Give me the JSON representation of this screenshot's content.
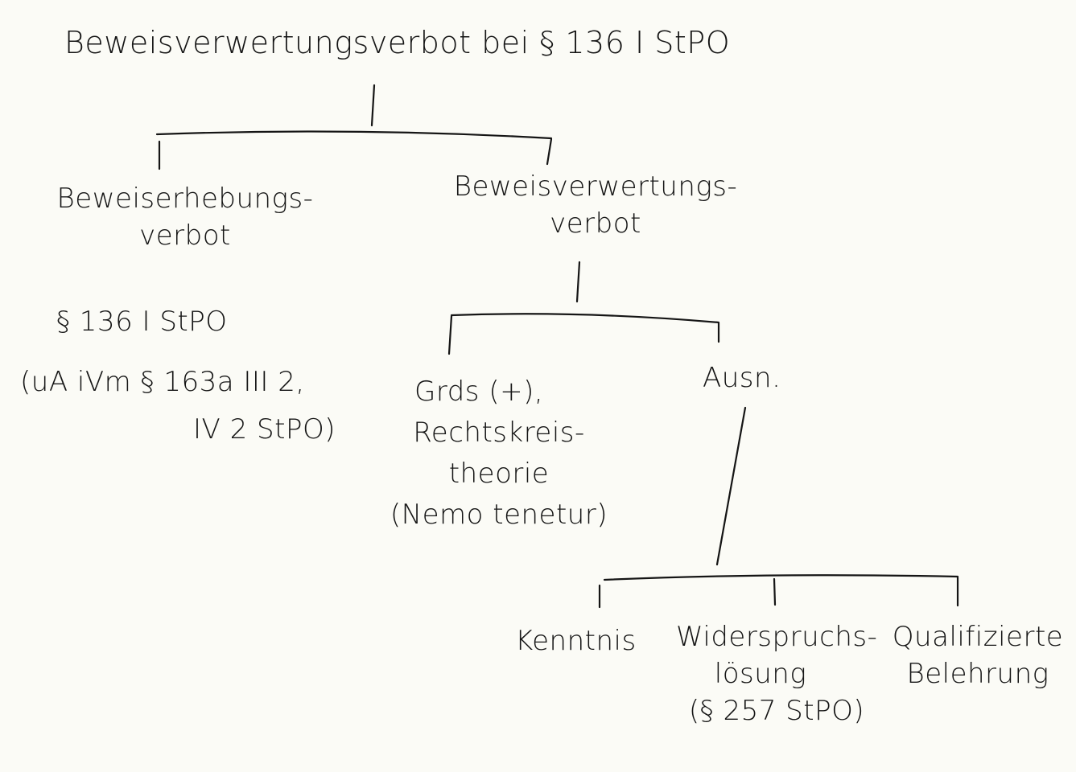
{
  "root": {
    "title": "Beweisverwertungsverbot bei § 136 I StPO"
  },
  "left": {
    "line1": "Beweiserhebungs-",
    "line2": "verbot",
    "norm": "§ 136 I StPO",
    "ref1": "(uA iVm § 163a III 2,",
    "ref2": "IV 2 StPO)"
  },
  "right": {
    "line1": "Beweisverwertungs-",
    "line2": "verbot",
    "rule": {
      "l1": "Grds (+),",
      "l2": "Rechtskreis-",
      "l3": "theorie",
      "l4": "(Nemo tenetur)"
    },
    "exception": "Ausn.",
    "exceptions": [
      {
        "l1": "Kenntnis"
      },
      {
        "l1": "Widerspruchs-",
        "l2": "lösung",
        "l3": "(§ 257 StPO)"
      },
      {
        "l1": "Qualifizierte",
        "l2": "Belehrung"
      }
    ]
  },
  "colors": {
    "ink": "#151515",
    "paper": "#fbfbf6"
  }
}
